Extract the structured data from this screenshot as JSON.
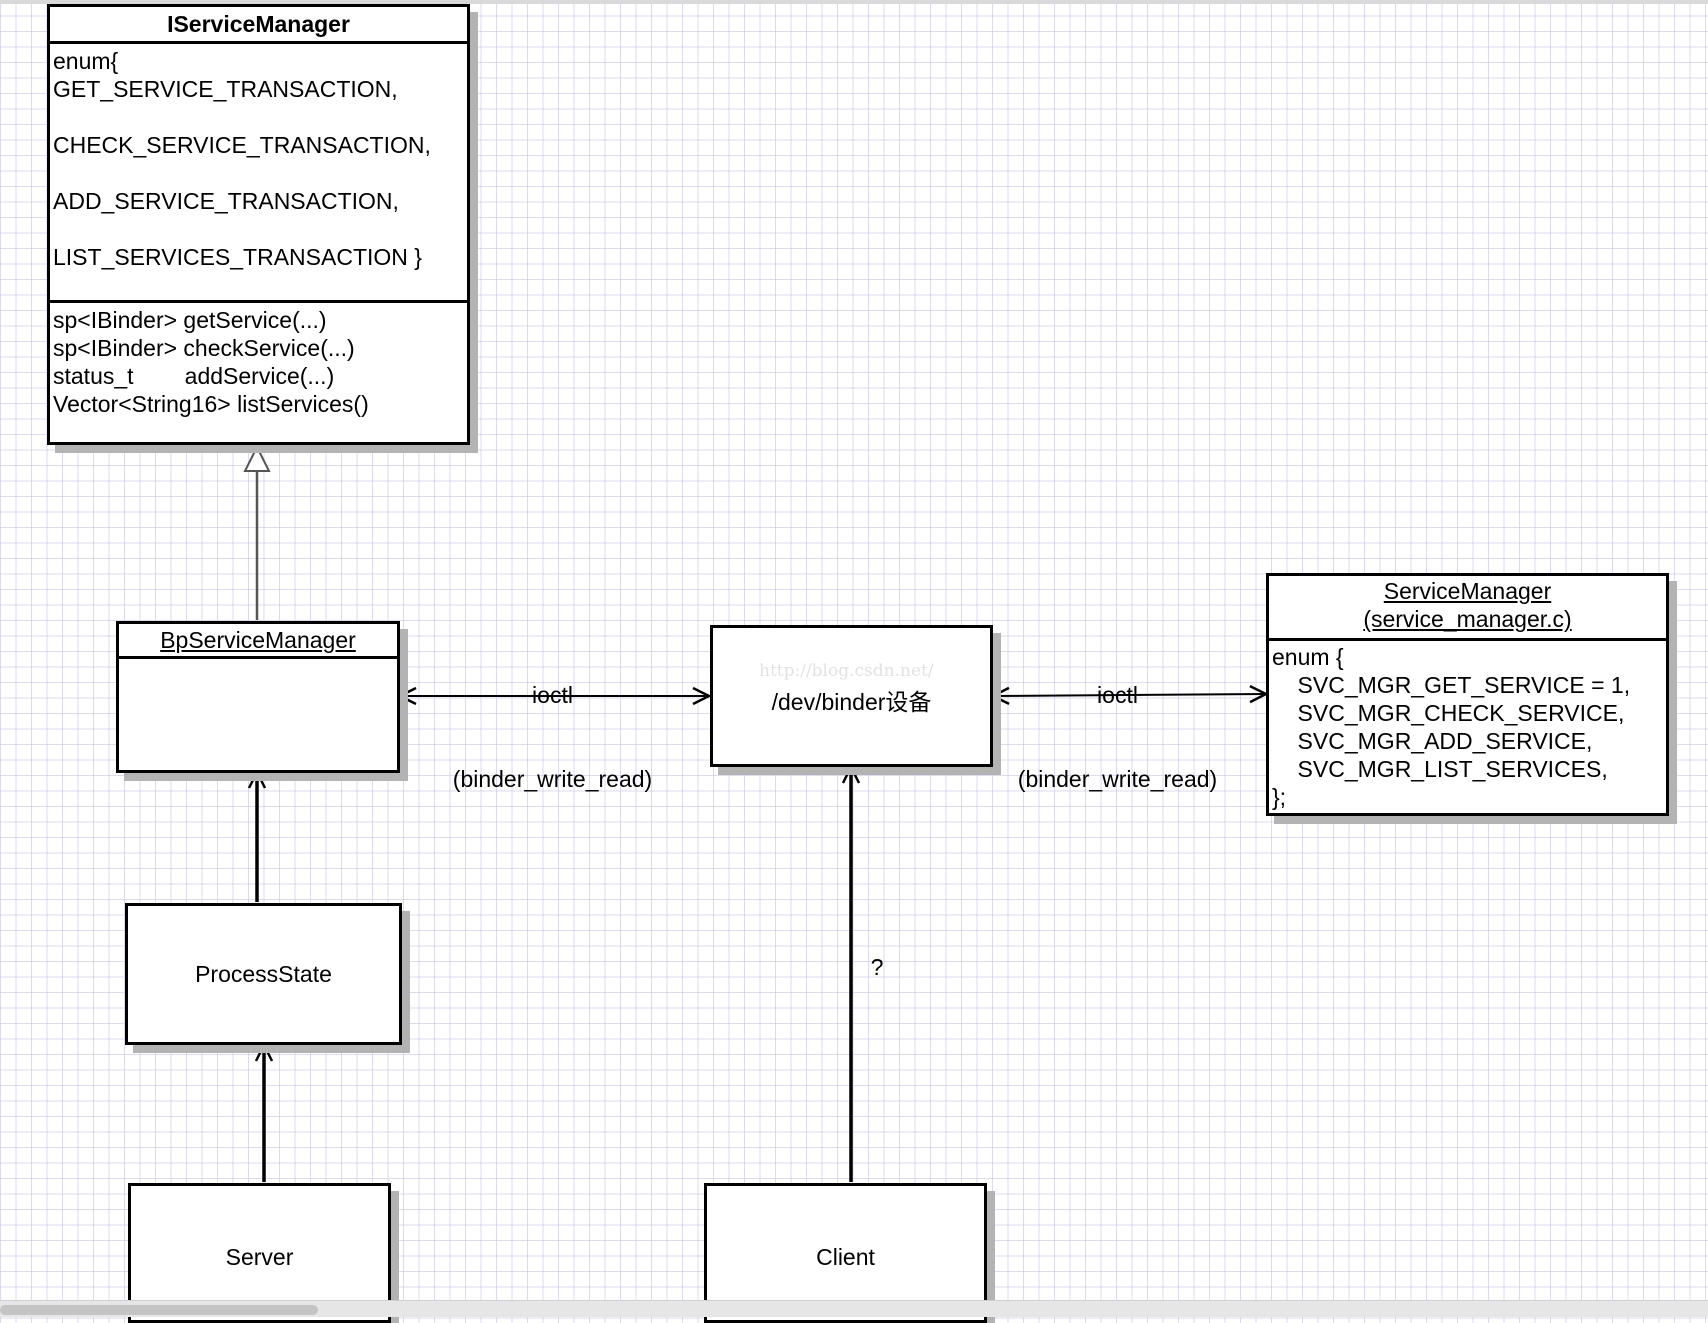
{
  "iservicemanager": {
    "title": "IServiceManager",
    "enum_lines": [
      "enum{",
      "GET_SERVICE_TRANSACTION,",
      "",
      "CHECK_SERVICE_TRANSACTION,",
      "",
      "ADD_SERVICE_TRANSACTION,",
      "",
      "LIST_SERVICES_TRANSACTION }"
    ],
    "method_lines": [
      "sp<IBinder> getService(...)",
      "sp<IBinder> checkService(...)",
      "status_t        addService(...)",
      "Vector<String16> listServices()"
    ]
  },
  "bpservicemanager": {
    "title": "BpServiceManager"
  },
  "processstate": {
    "label": "ProcessState"
  },
  "server": {
    "label": "Server"
  },
  "binder_device": {
    "label": "/dev/binder设备",
    "watermark": "http://blog.csdn.net/"
  },
  "client": {
    "label": "Client"
  },
  "servicemanager": {
    "title_line1": "ServiceManager",
    "title_line2": "(service_manager.c)",
    "enum_lines": [
      "enum {",
      "    SVC_MGR_GET_SERVICE = 1,",
      "    SVC_MGR_CHECK_SERVICE,",
      "    SVC_MGR_ADD_SERVICE,",
      "    SVC_MGR_LIST_SERVICES,",
      "};"
    ]
  },
  "edges": {
    "bp_to_binder_line1": "ioctl",
    "bp_to_binder_line2": "(binder_write_read)",
    "binder_to_sm_line1": "ioctl",
    "binder_to_sm_line2": "(binder_write_read)",
    "client_to_binder": "?"
  }
}
